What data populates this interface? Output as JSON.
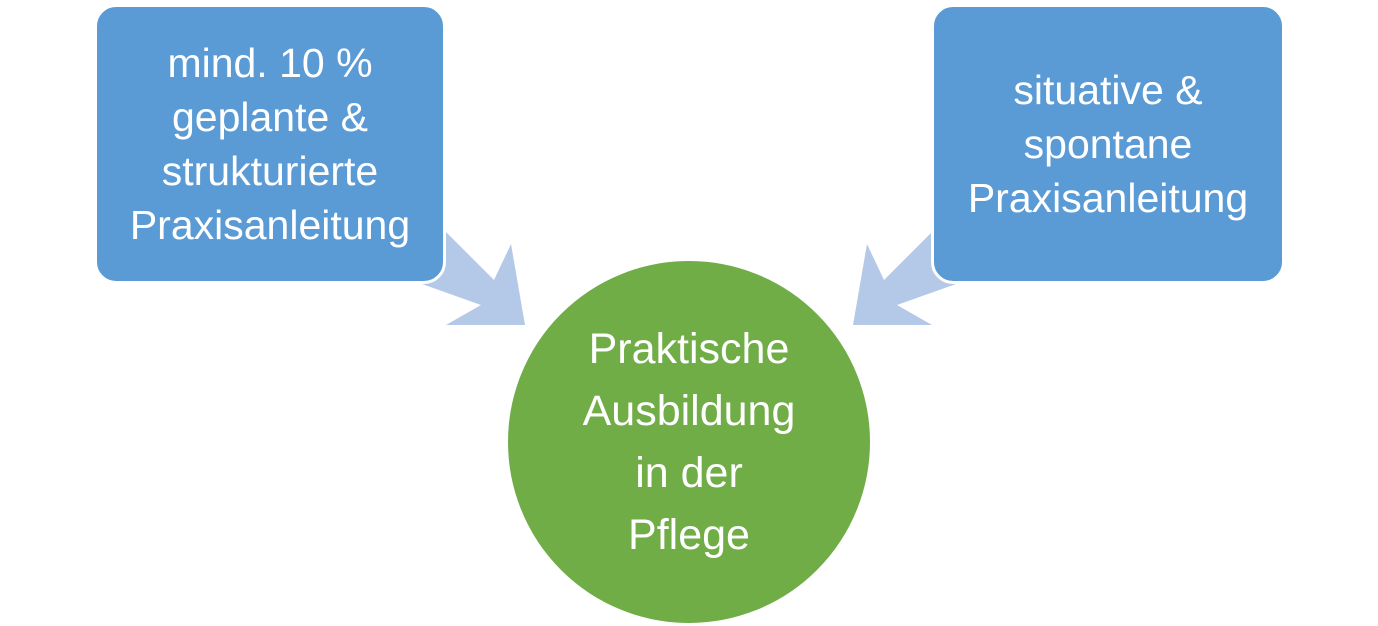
{
  "colors": {
    "box_fill": "#5b9bd5",
    "center_fill": "#70ad47",
    "arrow_fill": "#b4c8e7",
    "text": "#ffffff"
  },
  "left_box": {
    "lines": [
      "mind. 10 %",
      "geplante &",
      "strukturierte",
      "Praxisanleitung"
    ]
  },
  "right_box": {
    "lines": [
      "situative &",
      "spontane",
      "Praxisanleitung"
    ]
  },
  "center": {
    "lines": [
      "Praktische",
      "Ausbildung",
      "in der",
      "Pflege"
    ]
  }
}
